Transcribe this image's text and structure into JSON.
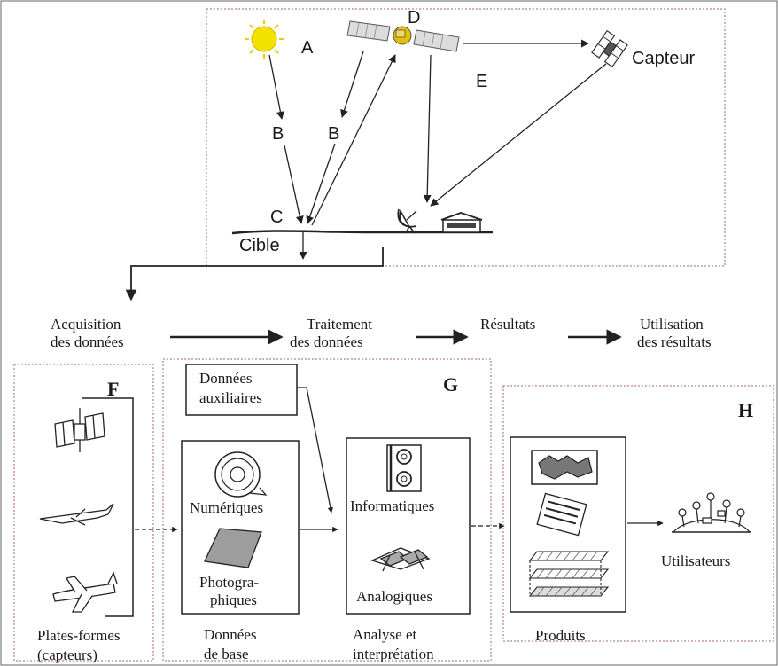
{
  "top_panel": {
    "labels": {
      "a": "A",
      "b1": "B",
      "b2": "B",
      "c": "C",
      "d": "D",
      "e": "E",
      "capteur": "Capteur",
      "cible": "Cible"
    }
  },
  "flow": {
    "acquisition": [
      "Acquisition",
      "des données"
    ],
    "traitement": [
      "Traitement",
      "des données"
    ],
    "resultats": "Résultats",
    "utilisation": [
      "Utilisation",
      "des résultats"
    ]
  },
  "panels": {
    "f": {
      "letter": "F",
      "caption": [
        "Plates-formes",
        "(capteurs)"
      ]
    },
    "g": {
      "letter": "G",
      "auxiliaires": [
        "Données",
        "auxiliaires"
      ],
      "numeriques": "Numériques",
      "photographiques": [
        "Photogra-",
        "phiques"
      ],
      "donnees_de_base": [
        "Données",
        "de base"
      ],
      "informatiques": "Informatiques",
      "analogiques": "Analogiques",
      "analyse": [
        "Analyse et",
        "interprétation"
      ]
    },
    "h": {
      "letter": "H",
      "produits": "Produits",
      "utilisateurs": "Utilisateurs"
    }
  },
  "colors": {
    "panel_border": "#c89a9a",
    "stroke": "#222222",
    "sun": "#f2e200"
  }
}
